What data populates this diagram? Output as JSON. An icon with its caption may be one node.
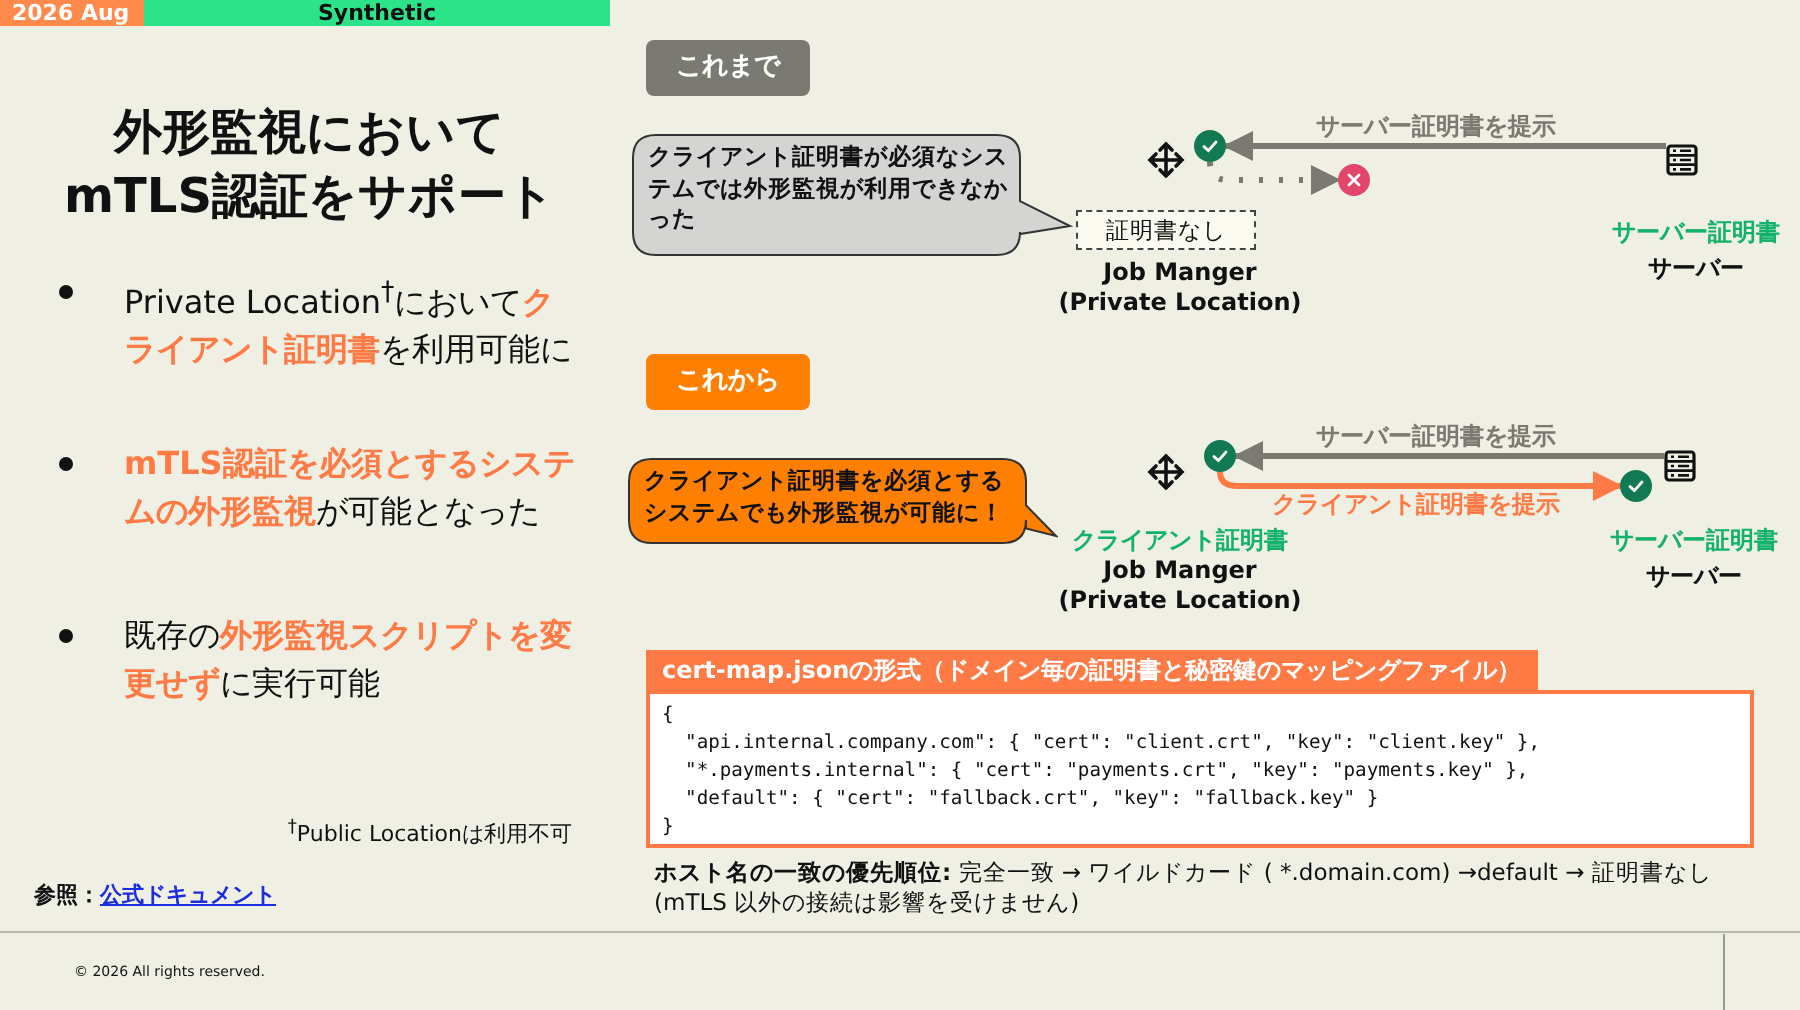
{
  "diagram": {
    "title": "外形監視において mTLS認証をサポート",
    "nodes": [
      {
        "text": [
          "これまで"
        ]
      },
      {
        "text": [
          "クライアント証明書が必須なシステムでは外形監視が利用できなかった"
        ]
      },
      {
        "text": [
          "証明書なし"
        ]
      },
      {
        "text": [
          "Job Manger (Private Location)"
        ]
      },
      {
        "text": [],
        "shape": "circle"
      },
      {
        "text": [],
        "shape": "circle"
      },
      {
        "text": [
          "サーバー証明書",
          "サーバー"
        ]
      },
      {
        "text": [
          "これから"
        ]
      },
      {
        "text": [
          "クライアント証明書を必須とするシステムでも外形監視が可能に！"
        ]
      },
      {
        "text": [
          "クライアント証明書",
          "Job Manger (Private Location)"
        ]
      },
      {
        "text": [],
        "shape": "circle"
      },
      {
        "text": [],
        "shape": "circle"
      },
      {
        "text": [
          "サーバー証明書",
          "サーバー"
        ]
      },
      {
        "text": [
          "cert-map.jsonの形式（ドメイン毎の証明書と秘密鍵のマッピングファイル）",
          "{",
          "  \"api.internal.company.com\": { \"cert\": \"client.crt\", \"key\": \"client.key\" },",
          "  \"*.payments.internal\": { \"cert\": \"payments.crt\", \"key\": \"payments.key\" },",
          "  \"default\": { \"cert\": \"fallback.crt\", \"key\": \"fallback.key\" }",
          "}"
        ]
      }
    ],
    "edges": [
      {
        "from": 6,
        "to": 4,
        "arrow": "to",
        "label": "サーバー証明書を提示"
      },
      {
        "from": 4,
        "to": 5,
        "arrow": "to",
        "style": "dashed"
      },
      {
        "from": 12,
        "to": 10,
        "arrow": "to",
        "label": "サーバー証明書を提示"
      },
      {
        "from": 10,
        "to": 11,
        "arrow": "to",
        "label": "クライアント証明書を提示",
        "color": "#ff7a45"
      }
    ],
    "labels": [
      "2026 Aug",
      "Synthetic",
      "Private Location$^{†}$において**クライアント証明書**を利用可能に",
      "**mTLS認証を必須とするシステムの外形監視**が可能となった",
      "既存の**外形監視スクリプトを変更せず**に実行可能",
      "$^{†}$Public Locationは利用不可",
      "参照：",
      "公式ドキュメント",
      "**ホスト名の一致の優先順位:** 完全一致 → ワイルドカード ( *.domain.com) →default → 証明書なし",
      "(mTLS 以外の接続は影響を受けません)",
      "© 2026 All rights reserved."
    ]
  }
}
